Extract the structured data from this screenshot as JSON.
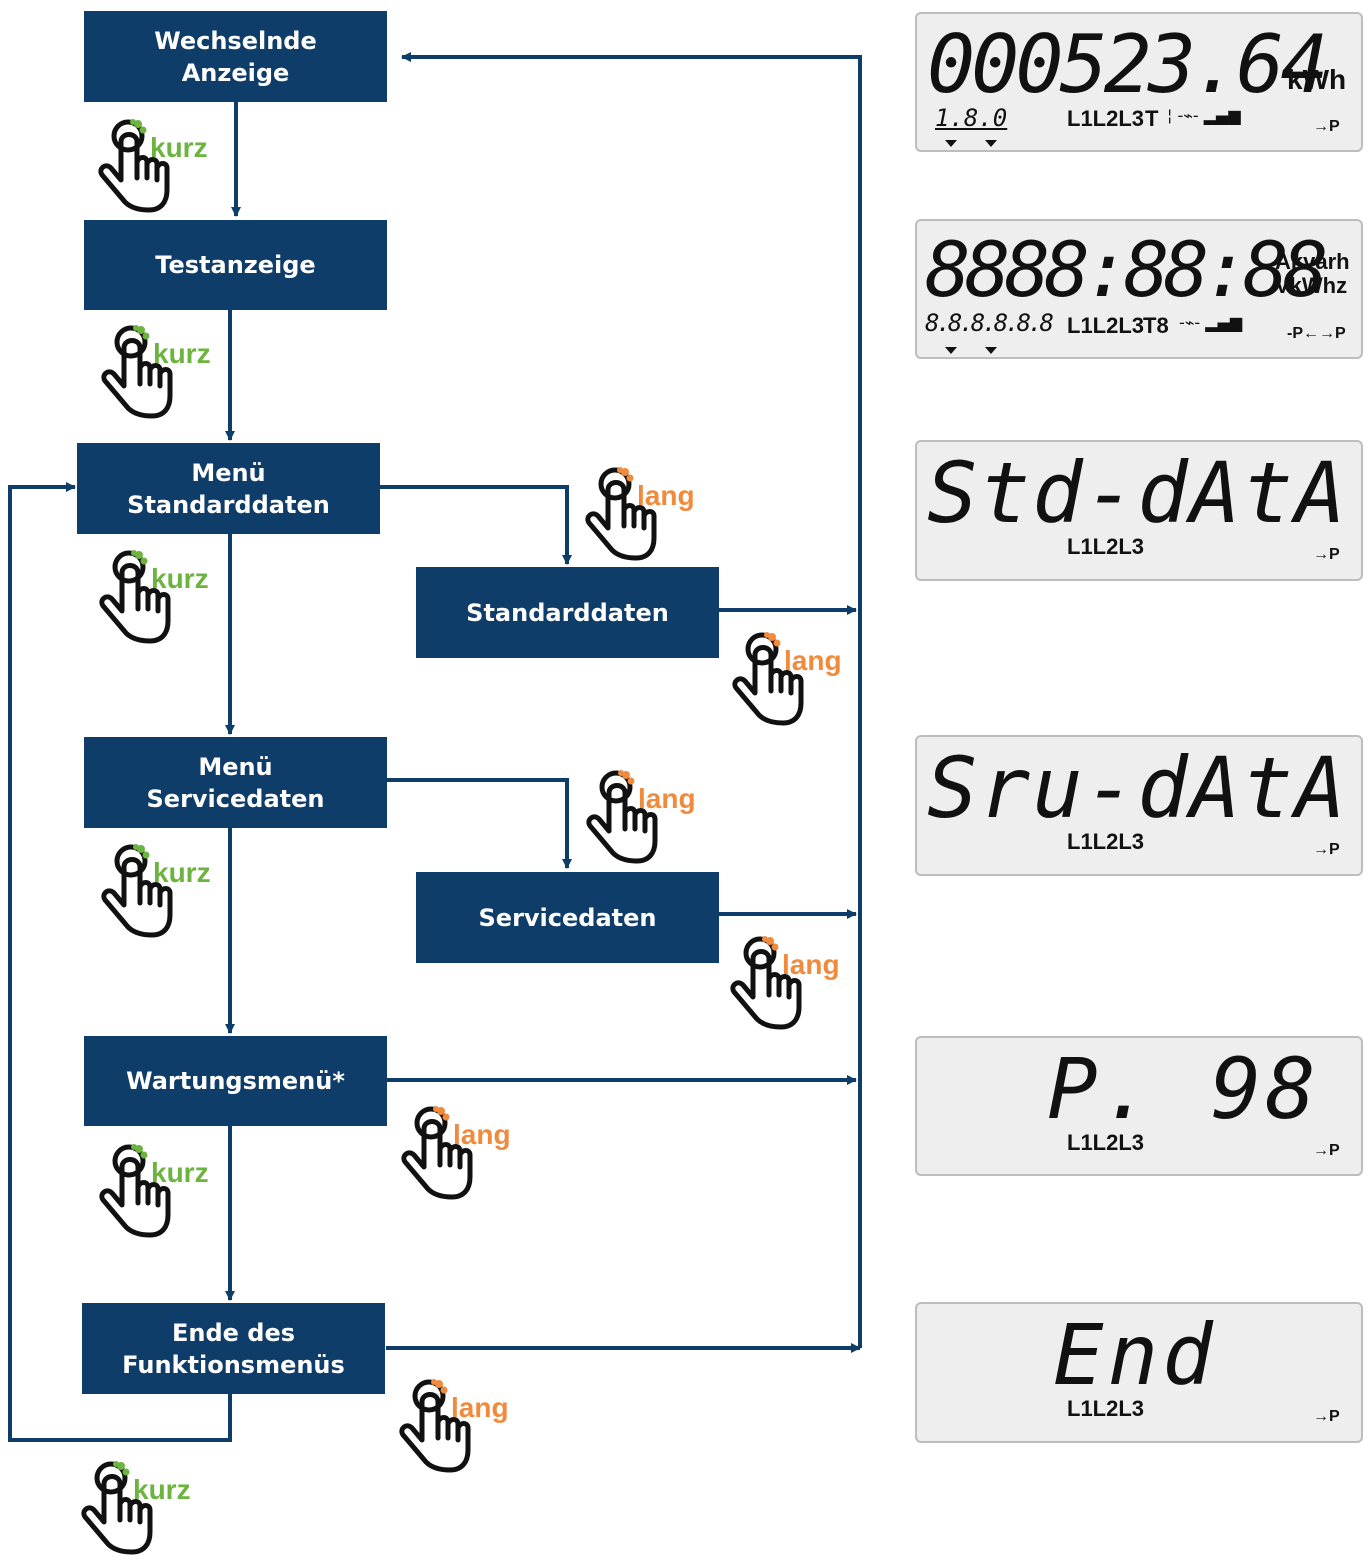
{
  "flow": {
    "wechselnde": [
      "Wechselnde",
      "Anzeige"
    ],
    "testanzeige": [
      "Testanzeige"
    ],
    "menu_std": [
      "Menü",
      "Standarddaten"
    ],
    "standarddaten": [
      "Standarddaten"
    ],
    "menu_srv": [
      "Menü",
      "Servicedaten"
    ],
    "servicedaten": [
      "Servicedaten"
    ],
    "wartung": [
      "Wartungsmenü*"
    ],
    "ende": [
      "Ende des",
      "Funktionsmenüs"
    ]
  },
  "press": {
    "short": "kurz",
    "long": "lang"
  },
  "displays": {
    "d1": {
      "main": "000523.64",
      "unit": "kWh",
      "code": "1.8.0",
      "phases": "L1L2L3",
      "tariff": "T",
      "arrow": "→P"
    },
    "d2": {
      "main": "8888:88:88",
      "unit1": "Akvarh",
      "unit2": "VkWhz",
      "code": "8.8.8.8.8.8",
      "phases": "L1L2L3",
      "tariff": "T8",
      "arrow": "-P←→P"
    },
    "d3": {
      "main": "Std-dAtA",
      "phases": "L1L2L3",
      "arrow": "→P"
    },
    "d4": {
      "main": "Sru-dAtA",
      "phases": "L1L2L3",
      "arrow": "→P"
    },
    "d5": {
      "main": "P. 98",
      "phases": "L1L2L3",
      "arrow": "→P"
    },
    "d6": {
      "main": "End",
      "phases": "L1L2L3",
      "arrow": "→P"
    }
  },
  "colors": {
    "box": "#0f3d69",
    "line": "#0f3d69",
    "short": "#6cb33f",
    "long": "#f08a3c"
  }
}
